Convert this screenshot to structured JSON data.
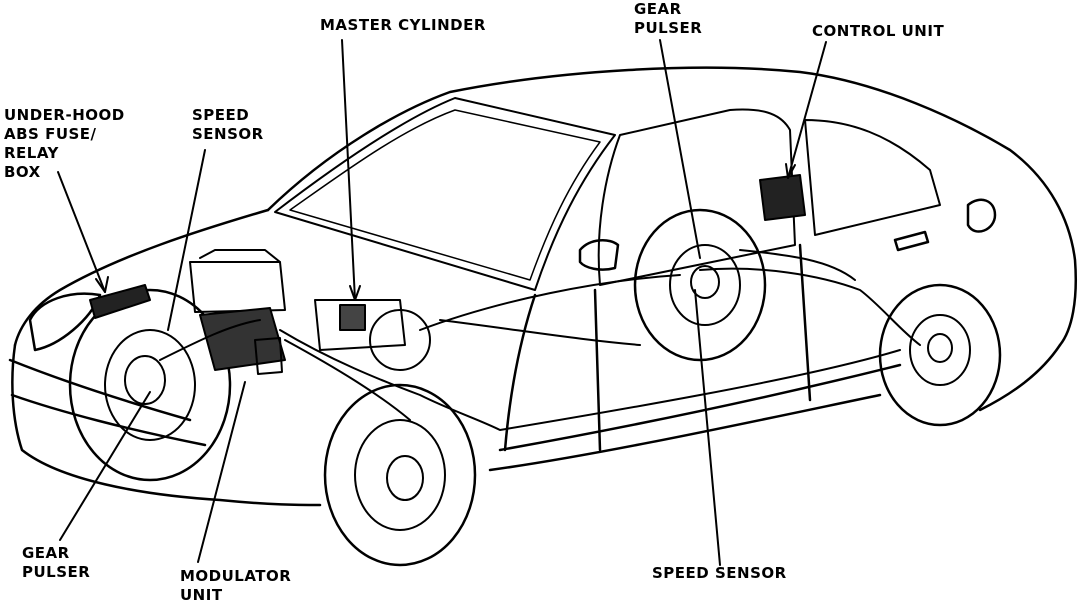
{
  "labels": {
    "under_hood_fuse_box": [
      "UNDER-HOOD",
      "ABS FUSE/",
      "RELAY",
      "BOX"
    ],
    "speed_sensor_front": [
      "SPEED",
      "SENSOR"
    ],
    "master_cylinder": [
      "MASTER CYLINDER"
    ],
    "gear_pulser_rear": [
      "GEAR",
      "PULSER"
    ],
    "control_unit": [
      "CONTROL UNIT"
    ],
    "gear_pulser_front": [
      "GEAR",
      "PULSER"
    ],
    "modulator_unit": [
      "MODULATOR",
      "UNIT"
    ],
    "speed_sensor_rear": [
      "SPEED SENSOR"
    ]
  }
}
